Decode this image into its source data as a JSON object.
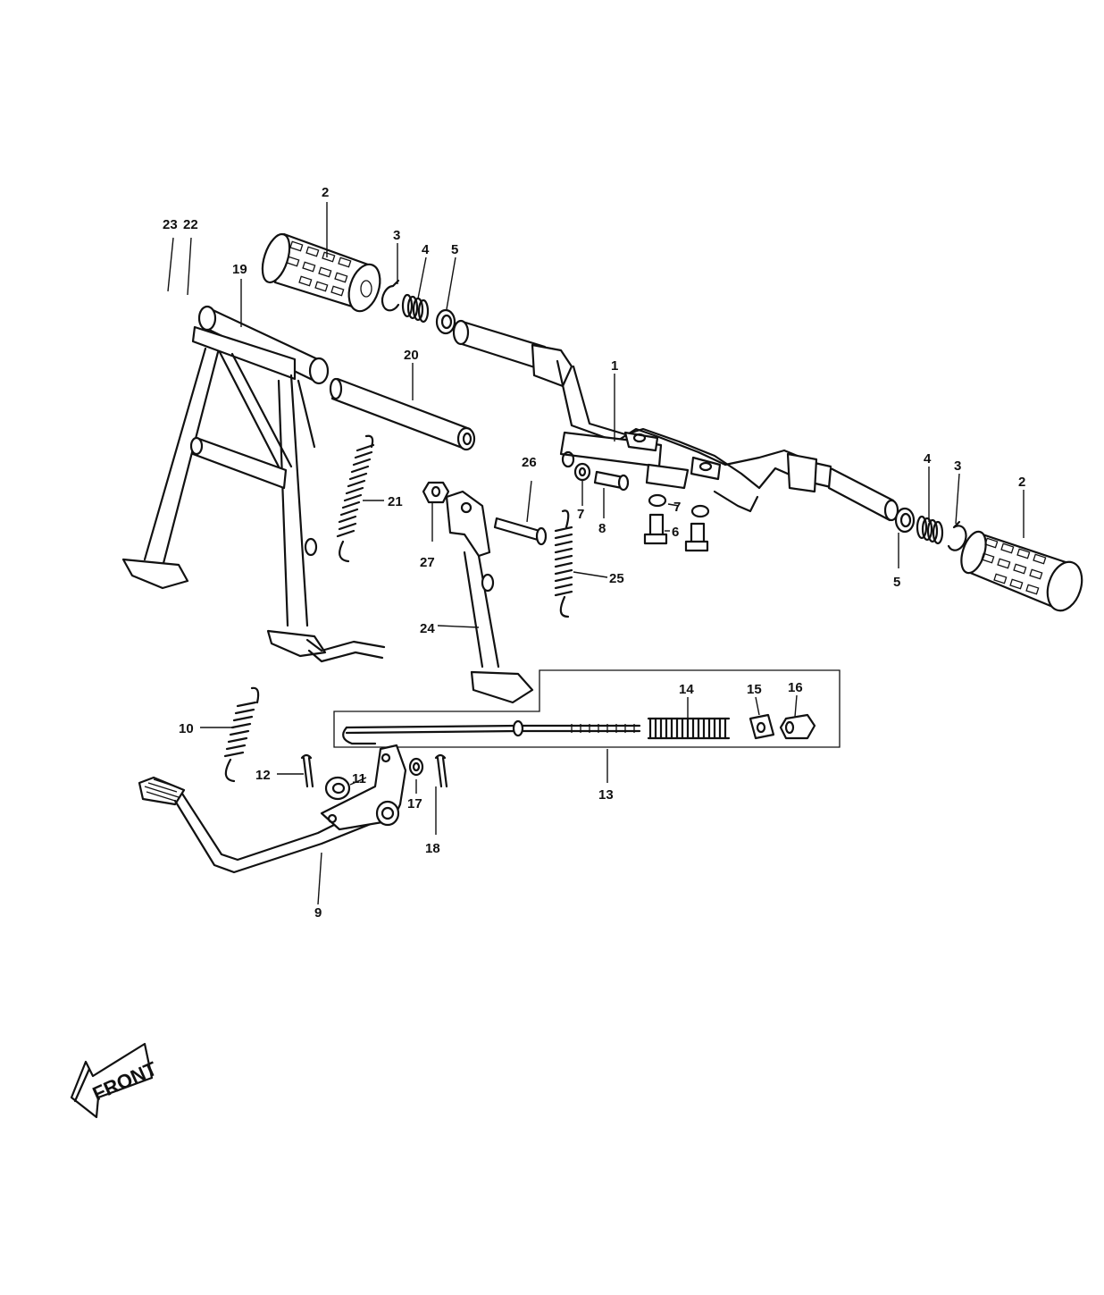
{
  "callouts": {
    "c1": "1",
    "c2a": "2",
    "c2b": "2",
    "c3a": "3",
    "c3b": "3",
    "c4a": "4",
    "c4b": "4",
    "c5a": "5",
    "c5b": "5",
    "c6": "6",
    "c7a": "7",
    "c7b": "7",
    "c8": "8",
    "c9": "9",
    "c10": "10",
    "c11": "11",
    "c12": "12",
    "c13": "13",
    "c14": "14",
    "c15": "15",
    "c16": "16",
    "c17": "17",
    "c18": "18",
    "c19": "19",
    "c20": "20",
    "c21": "21",
    "c22": "22",
    "c23": "23",
    "c24": "24",
    "c25": "25",
    "c26": "26",
    "c27": "27"
  },
  "front_arrow": {
    "label": "FRONT",
    "icon": "front-direction-arrow-icon"
  },
  "colors": {
    "ink": "#111111",
    "background": "#ffffff"
  }
}
